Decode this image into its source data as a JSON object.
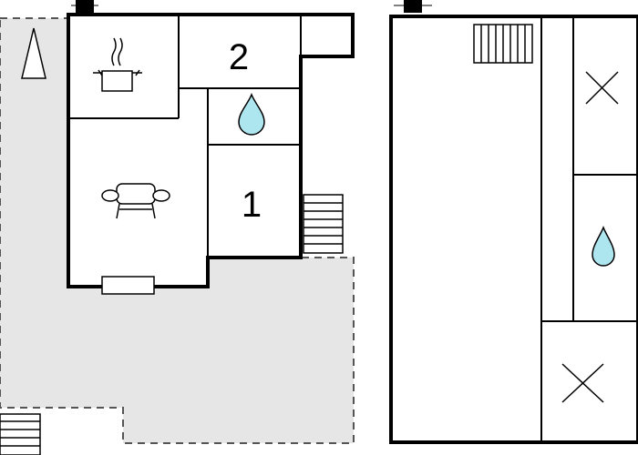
{
  "floorplan": {
    "rooms": [
      {
        "id": "kitchen",
        "label": "",
        "icon": "stove-icon"
      },
      {
        "id": "bedroom-2",
        "label": "2",
        "icon": ""
      },
      {
        "id": "bathroom",
        "label": "",
        "icon": "water-drop-icon"
      },
      {
        "id": "living-room",
        "label": "",
        "icon": "sofa-icon"
      },
      {
        "id": "bedroom-1",
        "label": "1",
        "icon": ""
      },
      {
        "id": "upper-bathroom",
        "label": "",
        "icon": "water-drop-icon"
      }
    ],
    "icons": [
      "north-arrow-icon",
      "stove-icon",
      "water-drop-icon",
      "sofa-icon",
      "stairs-icon",
      "radiator-icon",
      "bed-cross-icon",
      "lamp-icon"
    ],
    "colors": {
      "wall": "#000000",
      "terrace": "#e6e6e6",
      "terrace_border": "#555555",
      "water": "#aee6f0",
      "background": "#ffffff"
    }
  }
}
